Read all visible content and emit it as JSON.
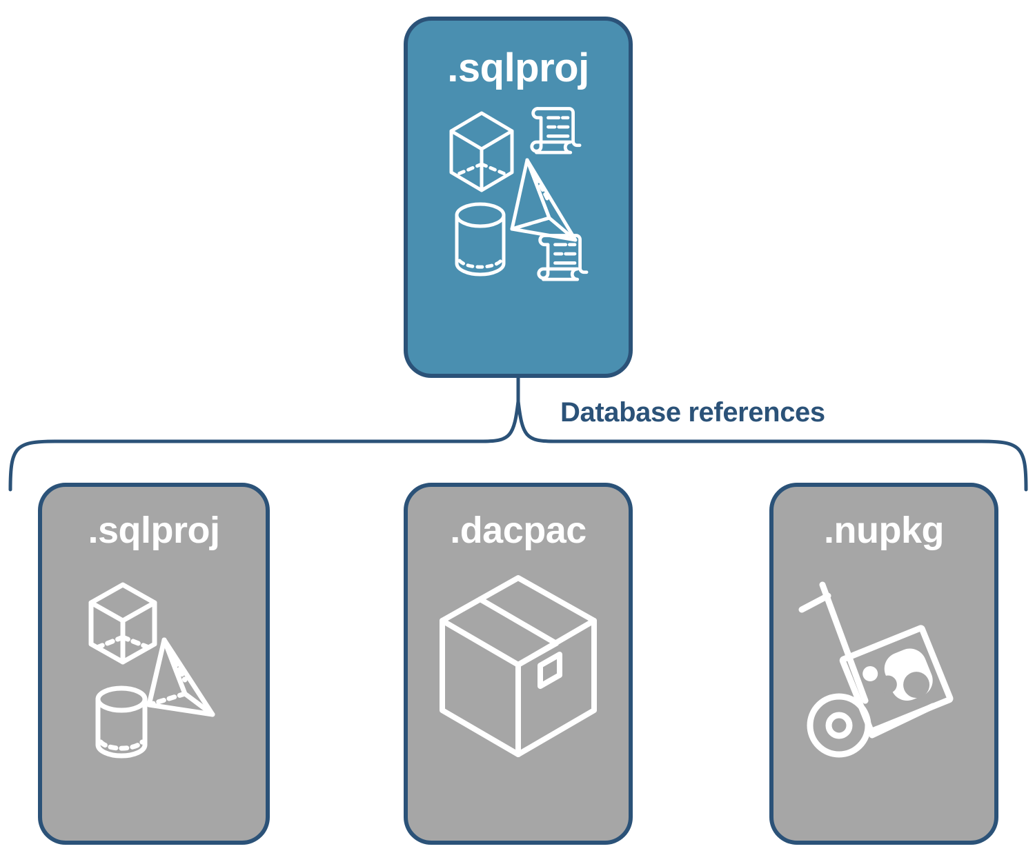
{
  "diagram": {
    "title": "Database references",
    "colors": {
      "primary_card_fill": "#4a8fb0",
      "secondary_card_fill": "#a6a6a6",
      "border": "#2b5278",
      "label_text": "#2b5278",
      "card_text": "#ffffff"
    },
    "root": {
      "label": ".sqlproj",
      "icons": [
        "cube-wireframe-icon",
        "scroll-icon",
        "pyramid-wireframe-icon",
        "cylinder-wireframe-icon",
        "scroll-icon"
      ]
    },
    "connector": {
      "label": "Database references",
      "style": "curly-brace"
    },
    "references": [
      {
        "label": ".sqlproj",
        "icons": [
          "cube-wireframe-icon",
          "pyramid-wireframe-icon",
          "cylinder-wireframe-icon"
        ]
      },
      {
        "label": ".dacpac",
        "icons": [
          "package-box-icon"
        ]
      },
      {
        "label": ".nupkg",
        "icons": [
          "hand-truck-icon",
          "nuget-package-icon"
        ]
      }
    ]
  }
}
